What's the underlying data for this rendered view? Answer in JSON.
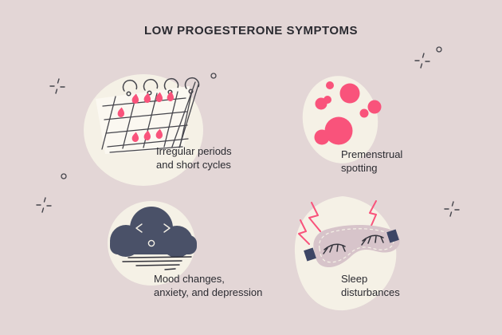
{
  "title": "LOW PROGESTERONE SYMPTOMS",
  "palette": {
    "background": "#E3D6D6",
    "cream": "#F5F1E6",
    "page": "#FBF8F1",
    "pink": "#F9537B",
    "navy": "#4A5168",
    "strap": "#3C4565",
    "mask": "#D7C4CA",
    "ink": "#2B2B31",
    "line": "#45454C",
    "eye": "#33333B"
  },
  "symptoms": [
    {
      "id": "irregular-periods",
      "icon": "calendar-with-blood-drops-icon",
      "label": "Irregular periods\nand short cycles"
    },
    {
      "id": "premenstrual-spotting",
      "icon": "spotting-blobs-icon",
      "label": "Premenstrual\nspotting"
    },
    {
      "id": "mood-changes",
      "icon": "sad-cloud-icon",
      "label": "Mood changes,\nanxiety, and depression"
    },
    {
      "id": "sleep-disturbances",
      "icon": "sleep-mask-icon",
      "label": "Sleep\ndisturbances"
    }
  ]
}
